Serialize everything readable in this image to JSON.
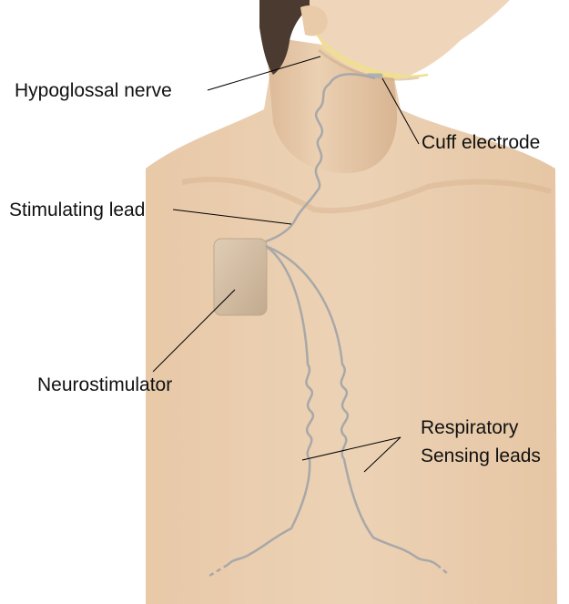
{
  "labels": {
    "hypoglossal_nerve": "Hypoglossal nerve",
    "cuff_electrode": "Cuff electrode",
    "stimulating_lead": "Stimulating lead",
    "neurostimulator": "Neurostimulator",
    "respiratory_line1": "Respiratory",
    "respiratory_line2": "Sensing leads"
  },
  "colors": {
    "skin": "#eacfb0",
    "skin_shadow": "#dcbb98",
    "hair": "#4a3a30",
    "nerve": "#f0e08a",
    "lead": "#a8a8a8",
    "device": "#cdb79d",
    "text": "#111111"
  }
}
